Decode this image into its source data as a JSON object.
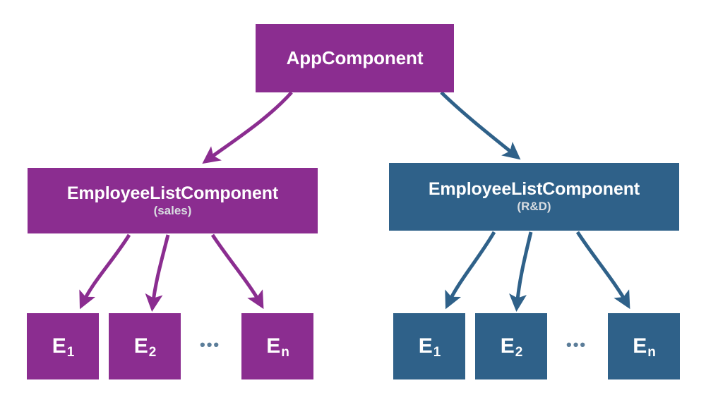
{
  "diagram": {
    "title": "Angular component tree with two EmployeeListComponent instances",
    "colors": {
      "purple": "#8b2d90",
      "blue": "#2f6189",
      "label_white": "#ffffff",
      "sublabel_gray": "#d9dde1",
      "ellipsis_gray": "#5b7d99",
      "background": "#ffffff"
    },
    "root": {
      "label": "AppComponent"
    },
    "branches": [
      {
        "id": "sales",
        "label": "EmployeeListComponent",
        "sublabel": "(sales)",
        "color": "#8b2d90",
        "leaves": [
          {
            "base": "E",
            "sub": "1"
          },
          {
            "base": "E",
            "sub": "2"
          },
          {
            "base": "E",
            "sub": "n"
          }
        ],
        "ellipsis": "•••"
      },
      {
        "id": "rnd",
        "label": "EmployeeListComponent",
        "sublabel": "(R&D)",
        "color": "#2f6189",
        "leaves": [
          {
            "base": "E",
            "sub": "1"
          },
          {
            "base": "E",
            "sub": "2"
          },
          {
            "base": "E",
            "sub": "n"
          }
        ],
        "ellipsis": "•••"
      }
    ]
  }
}
